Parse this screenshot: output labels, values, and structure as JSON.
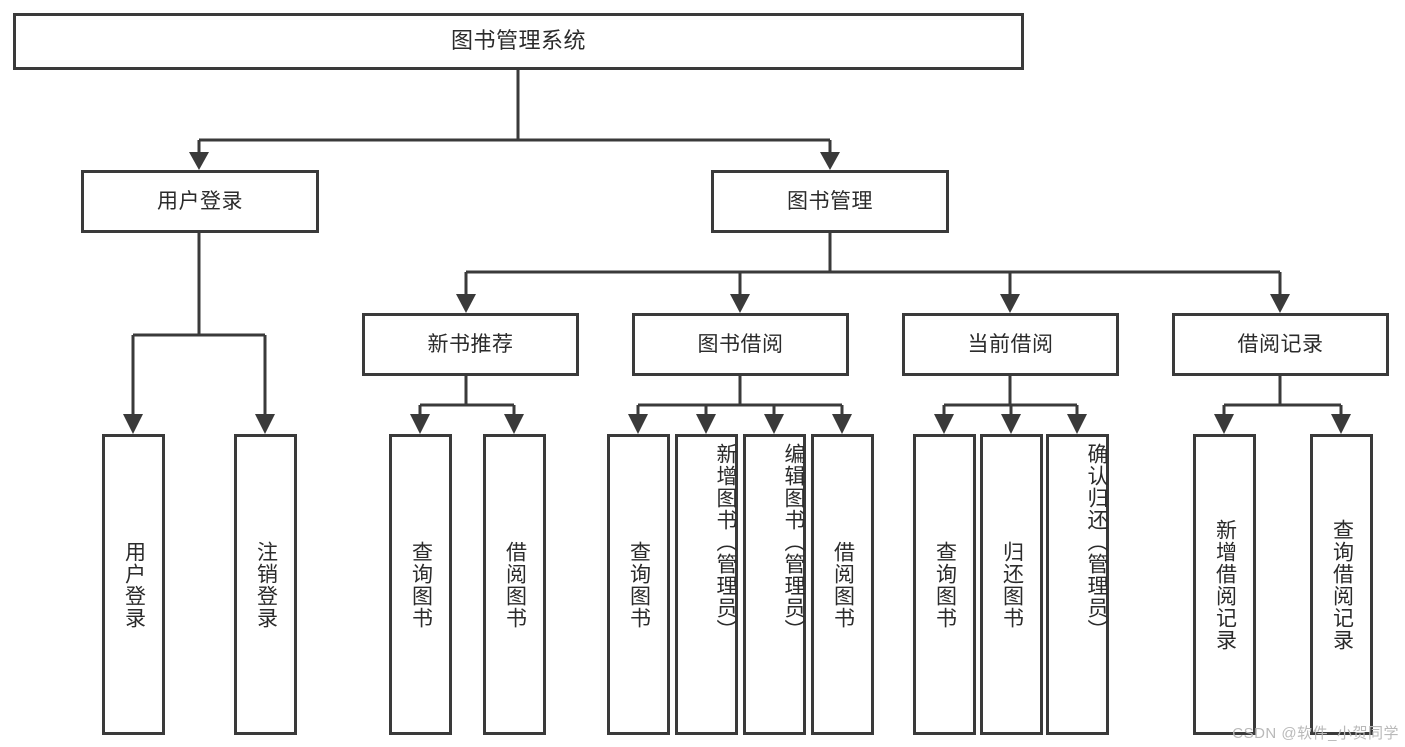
{
  "diagram": {
    "type": "tree-hierarchy",
    "title": "图书管理系统",
    "orientation": "top-down",
    "colors": {
      "stroke": "#3a3a3a",
      "fill": "#ffffff",
      "text": "#2b2b2b",
      "watermark": "#b9b9b9",
      "background": "#ffffff"
    },
    "root": {
      "label": "图书管理系统"
    },
    "level1": [
      {
        "label": "用户登录"
      },
      {
        "label": "图书管理"
      }
    ],
    "level2": [
      {
        "label": "新书推荐"
      },
      {
        "label": "图书借阅"
      },
      {
        "label": "当前借阅"
      },
      {
        "label": "借阅记录"
      }
    ],
    "leaves": {
      "user_login": [
        {
          "label": "用户登录"
        },
        {
          "label": "注销登录"
        }
      ],
      "new_book_recommend": [
        {
          "label": "查询图书"
        },
        {
          "label": "借阅图书"
        }
      ],
      "book_borrow": [
        {
          "label": "查询图书"
        },
        {
          "label": "新增图书（管理员）"
        },
        {
          "label": "编辑图书（管理员）"
        },
        {
          "label": "借阅图书"
        }
      ],
      "current_borrow": [
        {
          "label": "查询图书"
        },
        {
          "label": "归还图书"
        },
        {
          "label": "确认归还（管理员）"
        }
      ],
      "borrow_record": [
        {
          "label": "新增借阅记录"
        },
        {
          "label": "查询借阅记录"
        }
      ]
    }
  },
  "watermark": {
    "text": "CSDN @软件_小贺同学"
  }
}
